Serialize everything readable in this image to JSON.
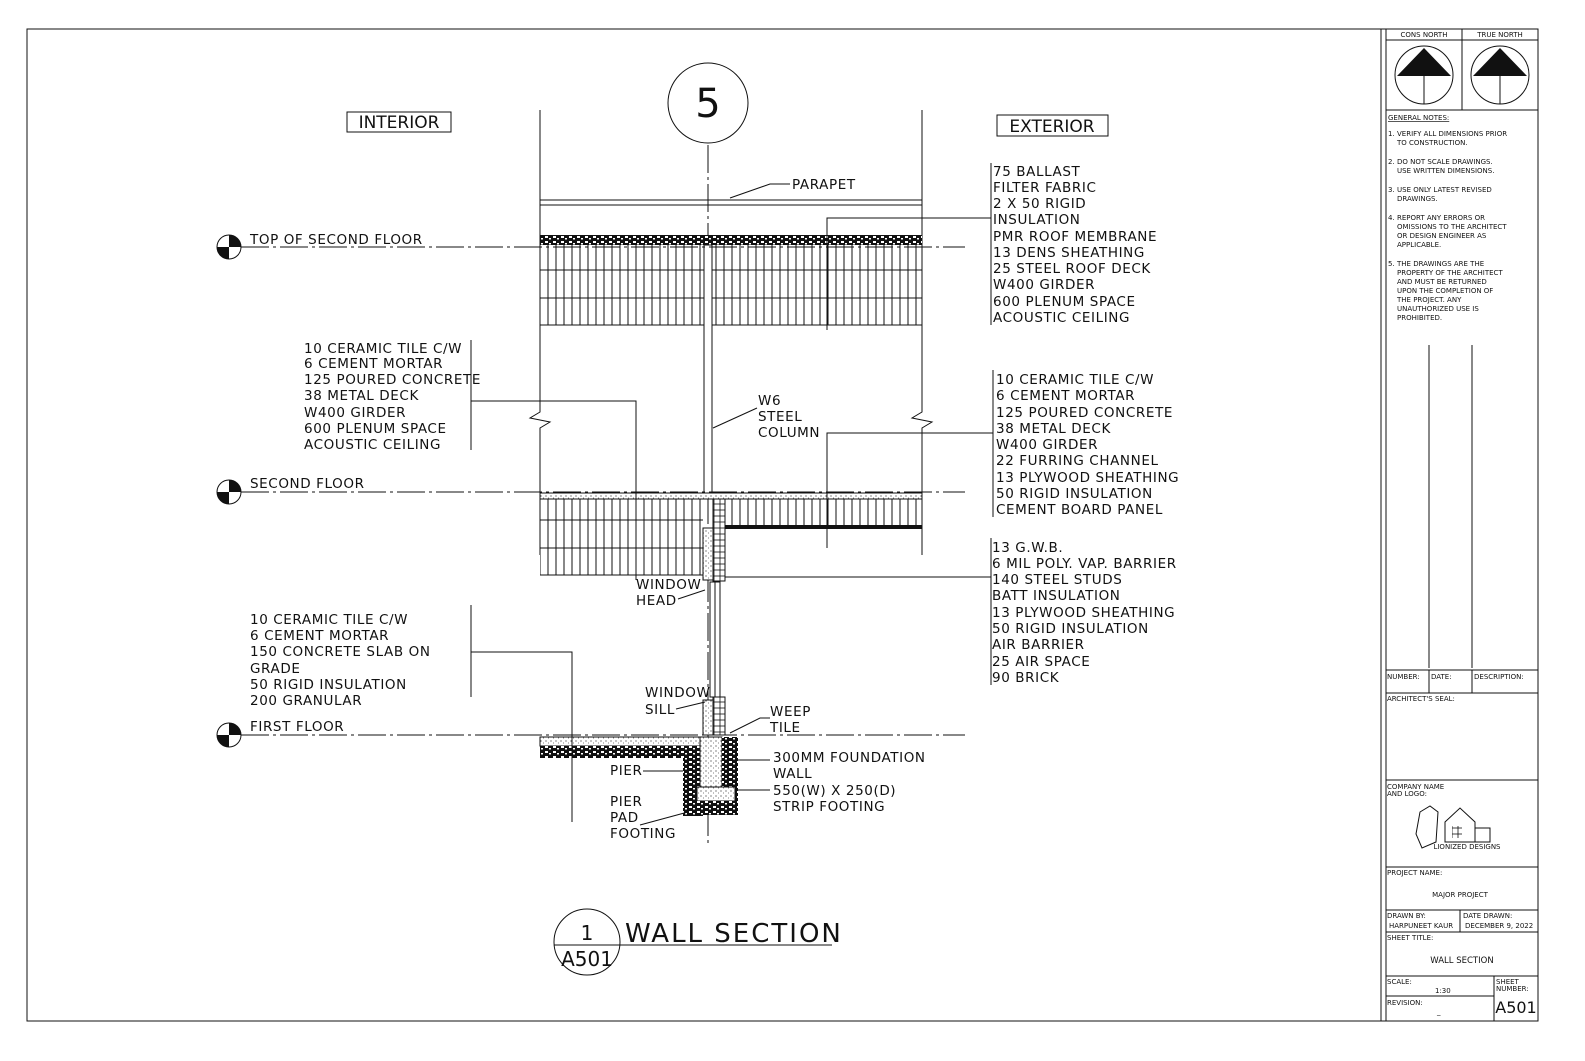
{
  "drawing": {
    "grid_bubble": "5",
    "interior_label": "INTERIOR",
    "exterior_label": "EXTERIOR",
    "levels": [
      "TOP OF SECOND FLOOR",
      "SECOND FLOOR",
      "FIRST FLOOR"
    ],
    "parapet": "PARAPET",
    "roof_notes": [
      "75 BALLAST",
      "FILTER FABRIC",
      "2 X 50 RIGID",
      "INSULATION",
      "PMR ROOF MEMBRANE",
      "13 DENS SHEATHING",
      "25 STEEL ROOF DECK",
      "W400 GIRDER",
      "600 PLENUM SPACE",
      "ACOUSTIC CEILING"
    ],
    "floor2_interior_notes": [
      "10 CERAMIC TILE C/W",
      "6 CEMENT MORTAR",
      "125 POURED CONCRETE",
      "38 METAL DECK",
      "W400 GIRDER",
      "600 PLENUM SPACE",
      "ACOUSTIC CEILING"
    ],
    "floor2_exterior_notes": [
      "10 CERAMIC TILE C/W",
      "6 CEMENT MORTAR",
      "125 POURED CONCRETE",
      "38 METAL DECK",
      "W400 GIRDER",
      "22 FURRING CHANNEL",
      "13 PLYWOOD SHEATHING",
      "50 RIGID INSULATION",
      "CEMENT BOARD PANEL"
    ],
    "wall_notes": [
      "13 G.W.B.",
      "6 MIL POLY. VAP. BARRIER",
      "140 STEEL STUDS",
      "BATT INSULATION",
      "13 PLYWOOD SHEATHING",
      "50 RIGID INSULATION",
      "AIR BARRIER",
      "25 AIR SPACE",
      "90 BRICK"
    ],
    "slab_notes": [
      "10 CERAMIC TILE C/W",
      "6 CEMENT MORTAR",
      "150 CONCRETE SLAB ON",
      "GRADE",
      "50 RIGID INSULATION",
      "200 GRANULAR"
    ],
    "column": [
      "W6",
      "STEEL",
      "COLUMN"
    ],
    "window_head": [
      "WINDOW",
      "HEAD"
    ],
    "window_sill": [
      "WINDOW",
      "SILL"
    ],
    "weep_tile": [
      "WEEP",
      "TILE"
    ],
    "foundation": [
      "300MM FOUNDATION",
      "WALL",
      "550(W) X 250(D)",
      "STRIP FOOTING"
    ],
    "pier": "PIER",
    "pier_pad": [
      "PIER",
      "PAD",
      "FOOTING"
    ],
    "title": "WALL SECTION",
    "callout_number": "1",
    "callout_sheet": "A501"
  },
  "title_block": {
    "cons_north": "CONS NORTH",
    "true_north": "TRUE NORTH",
    "general_notes_heading": "GENERAL NOTES:",
    "notes": [
      [
        "1.",
        "VERIFY ALL DIMENSIONS PRIOR",
        "TO CONSTRUCTION."
      ],
      [
        "2.",
        "DO NOT SCALE DRAWINGS.",
        "USE WRITTEN DIMENSIONS."
      ],
      [
        "3.",
        "USE ONLY LATEST REVISED",
        "DRAWINGS."
      ],
      [
        "4.",
        "REPORT ANY ERRORS OR",
        "OMISSIONS TO THE ARCHITECT",
        "OR DESIGN ENGINEER AS",
        "APPLICABLE."
      ],
      [
        "5.",
        "THE DRAWINGS ARE THE",
        "PROPERTY OF THE ARCHITECT",
        "AND MUST BE RETURNED",
        "UPON THE COMPLETION OF",
        "THE PROJECT. ANY",
        "UNAUTHORIZED USE IS",
        "PROHIBITED."
      ]
    ],
    "number_label": "NUMBER:",
    "date_label": "DATE:",
    "description_label": "DESCRIPTION:",
    "seal_label": "ARCHITECT'S SEAL:",
    "company_label": [
      "COMPANY NAME",
      "AND LOGO:"
    ],
    "company_name": "LIONIZED DESIGNS",
    "project_label": "PROJECT NAME:",
    "project_name": "MAJOR PROJECT",
    "drawn_by_label": "DRAWN BY:",
    "drawn_by": "HARPUNEET KAUR",
    "date_drawn_label": "DATE DRAWN:",
    "date_drawn": "DECEMBER 9, 2022",
    "sheet_title_label": "SHEET TITLE:",
    "sheet_title": "WALL SECTION",
    "scale_label": "SCALE:",
    "scale": "1:30",
    "sheet_number_label": [
      "SHEET",
      "NUMBER:"
    ],
    "sheet_number": "A501",
    "revision_label": "REVISION:",
    "revision": "_"
  }
}
